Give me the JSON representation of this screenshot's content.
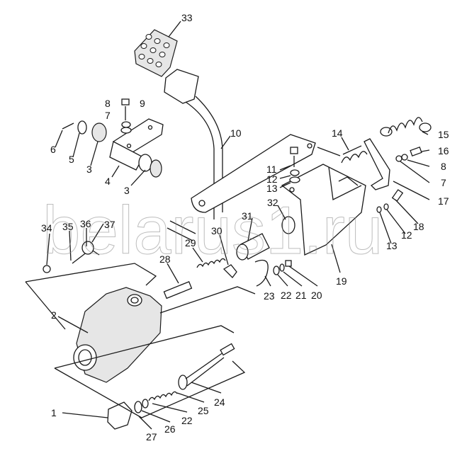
{
  "diagram": {
    "watermark": "belarus1.ru",
    "callouts": [
      "33",
      "8",
      "9",
      "7",
      "6",
      "5",
      "3",
      "4",
      "3",
      "10",
      "14",
      "15",
      "16",
      "8",
      "7",
      "17",
      "11",
      "12",
      "13",
      "32",
      "31",
      "18",
      "12",
      "13",
      "34",
      "35",
      "36",
      "37",
      "30",
      "29",
      "28",
      "23",
      "22",
      "21",
      "20",
      "19",
      "2",
      "24",
      "25",
      "22",
      "26",
      "27",
      "1"
    ]
  }
}
